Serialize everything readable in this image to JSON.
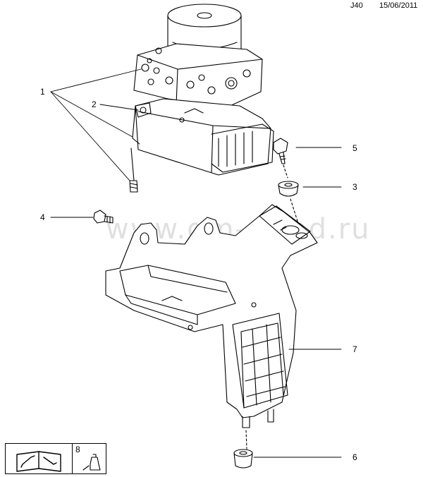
{
  "header": {
    "code": "J40",
    "date": "15/06/2011"
  },
  "watermark": "www.gm-sklad.ru",
  "callouts": [
    "1",
    "2",
    "3",
    "4",
    "5",
    "6",
    "7"
  ],
  "legend": {
    "number": "8",
    "icons": [
      "manual-book-wrench-icon",
      "lubricant-bottle-icon"
    ]
  }
}
